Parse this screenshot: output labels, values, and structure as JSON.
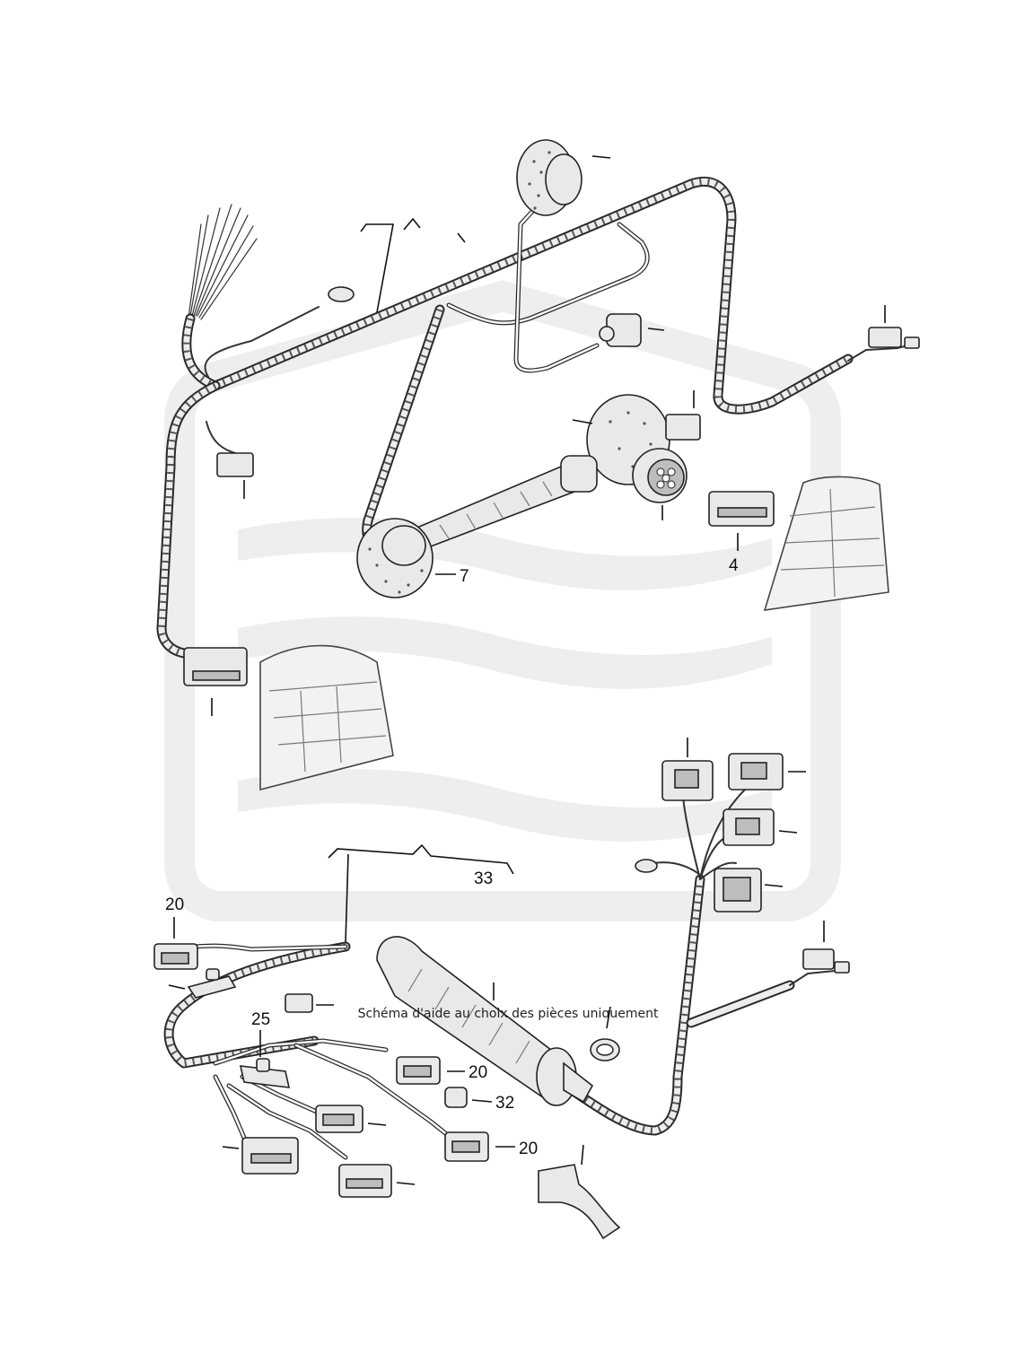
{
  "callouts": {
    "upper_7": "7",
    "upper_4": "4",
    "lower_33": "33",
    "lower_20_a": "20",
    "lower_25": "25",
    "lower_20_b": "20",
    "lower_32": "32",
    "lower_20_c": "20"
  },
  "caption": "Schéma d'aide au choix des pièces uniquement"
}
